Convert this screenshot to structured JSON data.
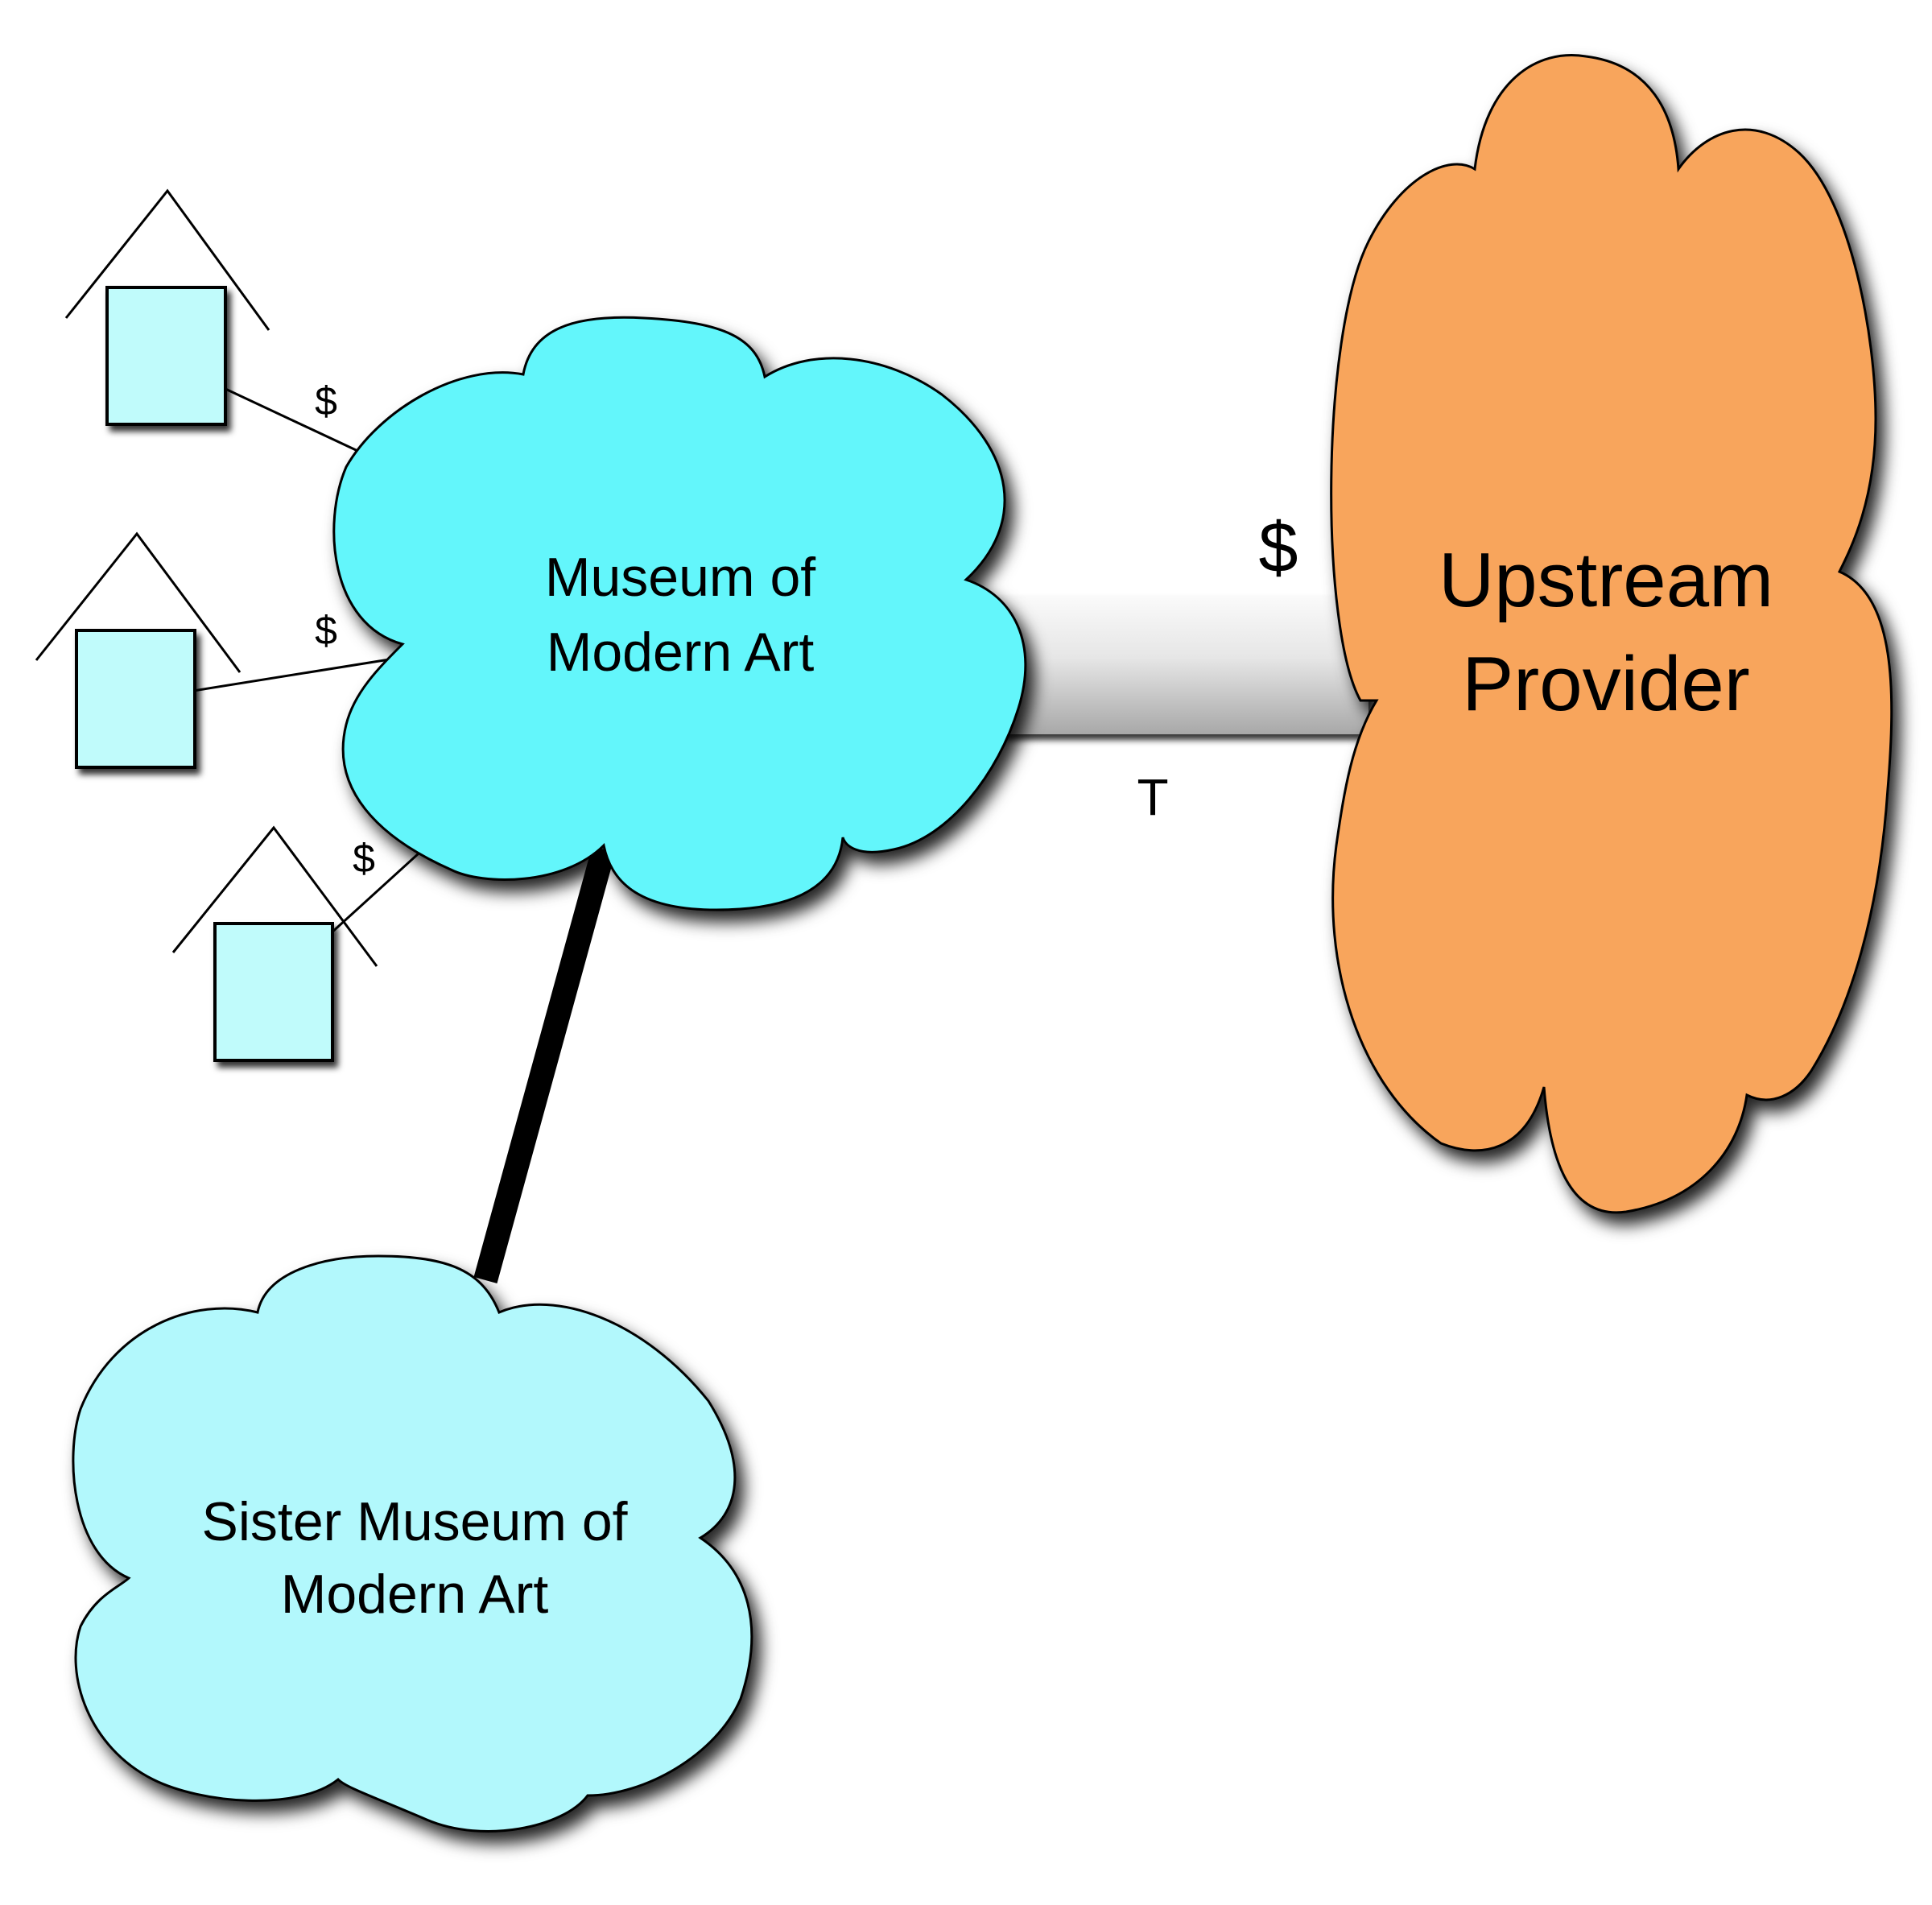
{
  "clouds": {
    "moma": {
      "label_line1": "Museum of",
      "label_line2": "Modern Art",
      "fill": "#63F6FB"
    },
    "upstream": {
      "label_line1": "Upstream",
      "label_line2": "Provider",
      "fill": "#F8A55C"
    },
    "sister": {
      "label_line1": "Sister Museum of",
      "label_line2": "Modern Art",
      "fill": "#B2F8FC"
    }
  },
  "houses": {
    "fill": "#C0FBFB",
    "count": 3
  },
  "links": {
    "house1_price": "$",
    "house2_price": "$",
    "house3_price": "$",
    "upstream_price": "$",
    "transit_label": "T"
  },
  "colors": {
    "outline": "#000000",
    "pipe_light": "#FAFAFA",
    "pipe_dark": "#A8A8A8"
  }
}
